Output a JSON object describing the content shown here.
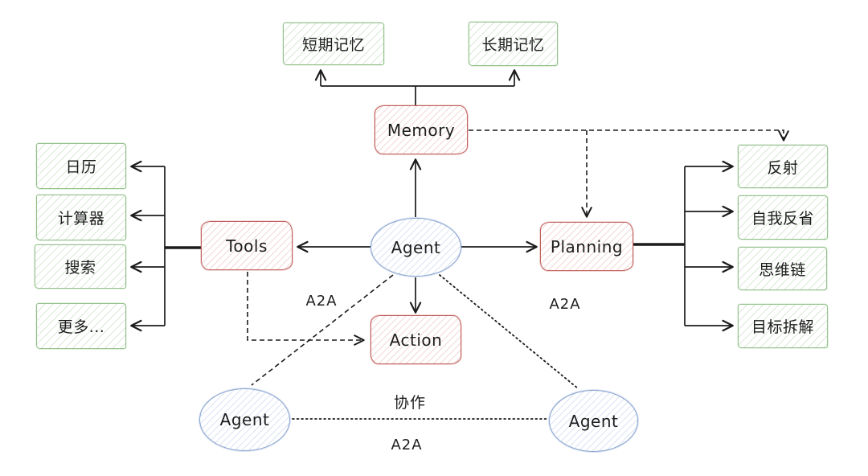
{
  "nodes": {
    "memory": {
      "label": "Memory"
    },
    "short_term": {
      "label": "短期记忆"
    },
    "long_term": {
      "label": "长期记忆"
    },
    "agent": {
      "label": "Agent"
    },
    "tools": {
      "label": "Tools"
    },
    "planning": {
      "label": "Planning"
    },
    "action": {
      "label": "Action"
    },
    "calendar": {
      "label": "日历"
    },
    "calculator": {
      "label": "计算器"
    },
    "search": {
      "label": "搜索"
    },
    "more": {
      "label": "更多..."
    },
    "reflection": {
      "label": "反射"
    },
    "self_reflection": {
      "label": "自我反省"
    },
    "chain_of_thought": {
      "label": "思维链"
    },
    "goal_decomposition": {
      "label": "目标拆解"
    },
    "agent_bottom_left": {
      "label": "Agent"
    },
    "agent_bottom_right": {
      "label": "Agent"
    }
  },
  "edge_labels": {
    "a2a_left": "A2A",
    "a2a_right": "A2A",
    "collaboration": "协作",
    "a2a_bottom": "A2A"
  },
  "colors": {
    "stroke_green": "#94c28c",
    "stroke_red": "#c2615c",
    "stroke_blue": "#87a3cf",
    "stroke_line": "#1b1b1b"
  }
}
